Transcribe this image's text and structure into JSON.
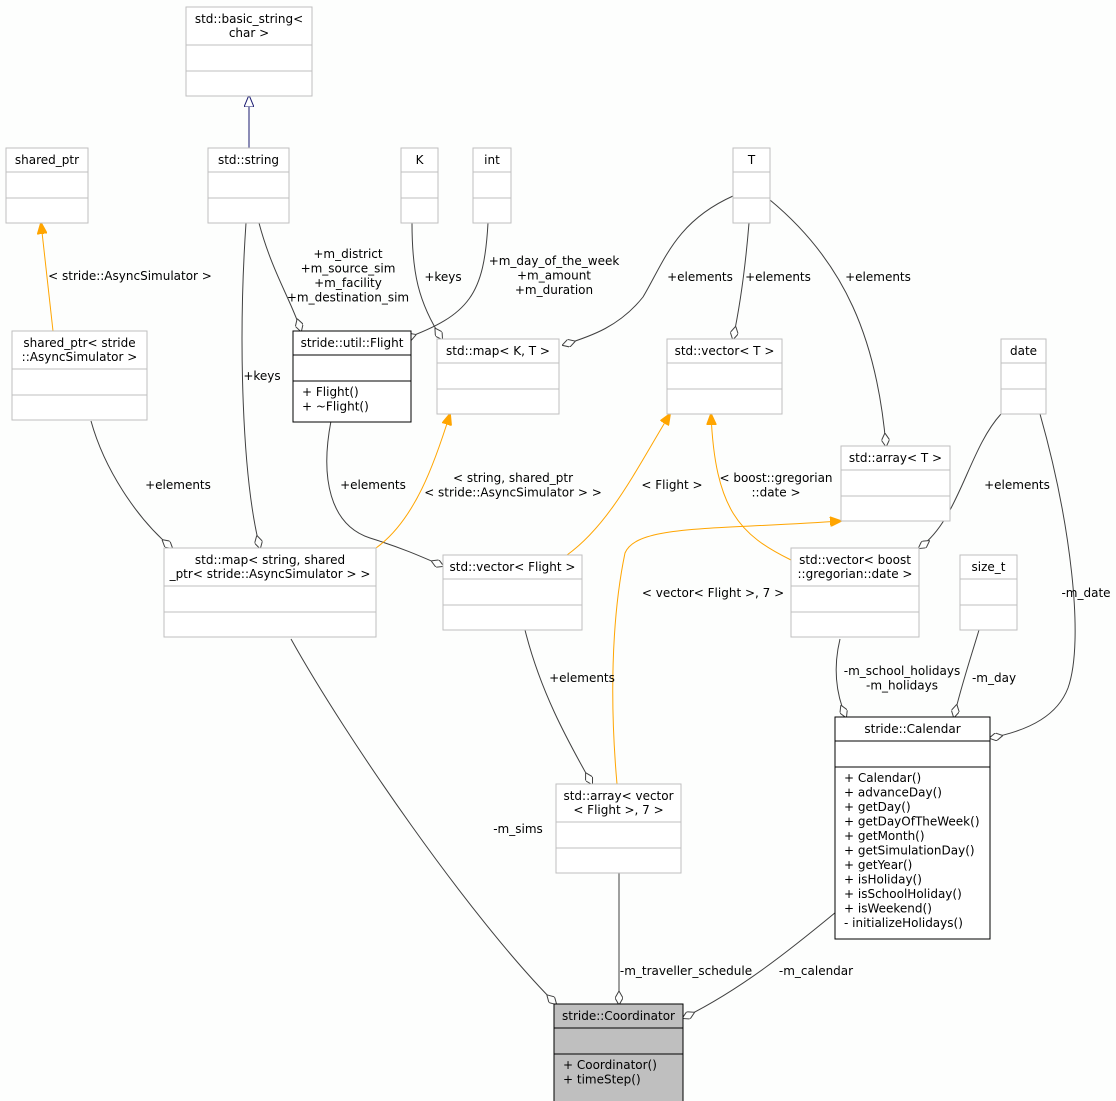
{
  "nodes": {
    "basic_string": {
      "title": [
        "std::basic_string<",
        "char >"
      ],
      "members": []
    },
    "std_string": {
      "title": [
        "std::string"
      ],
      "members": []
    },
    "shared_ptr": {
      "title": [
        "shared_ptr"
      ],
      "members": []
    },
    "shared_ptr_async": {
      "title": [
        "shared_ptr< stride",
        "::AsyncSimulator >"
      ],
      "members": []
    },
    "K": {
      "title": [
        "K"
      ],
      "members": []
    },
    "int": {
      "title": [
        "int"
      ],
      "members": []
    },
    "T": {
      "title": [
        "T"
      ],
      "members": []
    },
    "flight": {
      "title": [
        "stride::util::Flight"
      ],
      "members": [
        "+ Flight()",
        "+ ~Flight()"
      ]
    },
    "map_KT": {
      "title": [
        "std::map< K, T >"
      ],
      "members": []
    },
    "vector_T": {
      "title": [
        "std::vector< T >"
      ],
      "members": []
    },
    "date": {
      "title": [
        "date"
      ],
      "members": []
    },
    "array_T": {
      "title": [
        "std::array< T >"
      ],
      "members": []
    },
    "map_string": {
      "title": [
        "std::map< string, shared",
        "_ptr< stride::AsyncSimulator > >"
      ],
      "members": []
    },
    "vector_flight": {
      "title": [
        "std::vector< Flight >"
      ],
      "members": []
    },
    "vector_date": {
      "title": [
        "std::vector< boost",
        "::gregorian::date >"
      ],
      "members": []
    },
    "size_t": {
      "title": [
        "size_t"
      ],
      "members": []
    },
    "array_vector": {
      "title": [
        "std::array< vector",
        "< Flight >, 7 >"
      ],
      "members": []
    },
    "calendar": {
      "title": [
        "stride::Calendar"
      ],
      "members": [
        "+ Calendar()",
        "+ advanceDay()",
        "+ getDay()",
        "+ getDayOfTheWeek()",
        "+ getMonth()",
        "+ getSimulationDay()",
        "+ getYear()",
        "+ isHoliday()",
        "+ isSchoolHoliday()",
        "+ isWeekend()",
        "- initializeHolidays()"
      ]
    },
    "coordinator": {
      "title": [
        "stride::Coordinator"
      ],
      "members": [
        "+ Coordinator()",
        "+ timeStep()"
      ]
    }
  },
  "edges": {
    "template_async": [
      "< stride::AsyncSimulator >"
    ],
    "flight_members": [
      "+m_district",
      "+m_source_sim",
      "+m_facility",
      "+m_destination_sim"
    ],
    "keys_K": [
      "+keys"
    ],
    "flight_int": [
      "+m_day_of_the_week",
      "+m_amount",
      "+m_duration"
    ],
    "elements_map": [
      "+elements"
    ],
    "elements_vector": [
      "+elements"
    ],
    "elements_array": [
      "+elements"
    ],
    "keys_string": [
      "+keys"
    ],
    "elements_shared": [
      "+elements"
    ],
    "elements_flight": [
      "+elements"
    ],
    "template_map": [
      "< string, shared_ptr",
      "< stride::AsyncSimulator > >"
    ],
    "template_flight": [
      "< Flight >"
    ],
    "template_date": [
      "< boost::gregorian",
      "::date >"
    ],
    "elements_date": [
      "+elements"
    ],
    "m_date": [
      "-m_date"
    ],
    "template_array": [
      "< vector< Flight >, 7 >"
    ],
    "elements_vf": [
      "+elements"
    ],
    "holidays": [
      "-m_school_holidays",
      "-m_holidays"
    ],
    "m_day": [
      "-m_day"
    ],
    "m_sims": [
      "-m_sims"
    ],
    "traveller": [
      "-m_traveller_schedule"
    ],
    "m_calendar": [
      "-m_calendar"
    ]
  },
  "colors": {
    "inheritance": "#191970",
    "template": "#ffa500",
    "association": "#404040",
    "focus_fill": "#bfbfbf",
    "node_border": "#bfbfbf"
  }
}
